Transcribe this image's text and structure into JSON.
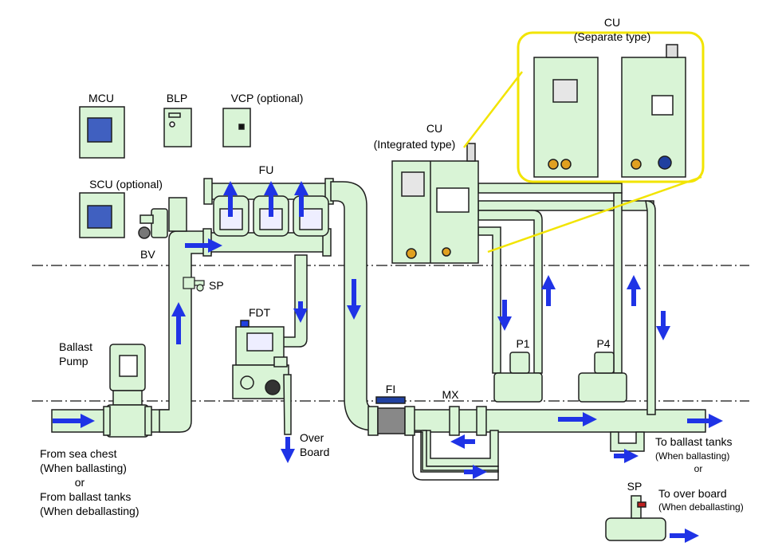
{
  "colors": {
    "pipe_fill": "#d9f4d6",
    "pipe_stroke": "#1e1e1e",
    "flow_arrow": "#1f33e6",
    "callout": "#f2e400",
    "dashdot_line": "#111111"
  },
  "labels": {
    "mcu": "MCU",
    "blp": "BLP",
    "vcp": "VCP (optional)",
    "scu": "SCU (optional)",
    "fu": "FU",
    "bv": "BV",
    "sp_inline": "SP",
    "fdt": "FDT",
    "cu_integrated_1": "CU",
    "cu_integrated_2": "(Integrated type)",
    "cu_separate_1": "CU",
    "cu_separate_2": "(Separate type)",
    "ballast_pump_1": "Ballast",
    "ballast_pump_2": "Pump",
    "fi": "FI",
    "mx": "MX",
    "p1": "P1",
    "p4": "P4",
    "overboard_1": "Over",
    "overboard_2": "Board",
    "sp_outlet": "SP",
    "from_1": "From sea chest",
    "from_2": "(When ballasting)",
    "from_3": "or",
    "from_4": "From ballast tanks",
    "from_5": "(When deballasting)",
    "to_tanks_1": "To ballast tanks",
    "to_tanks_2": "(When ballasting)",
    "to_tanks_3": "or",
    "to_over_1": "To over board",
    "to_over_2": "(When deballasting)"
  }
}
